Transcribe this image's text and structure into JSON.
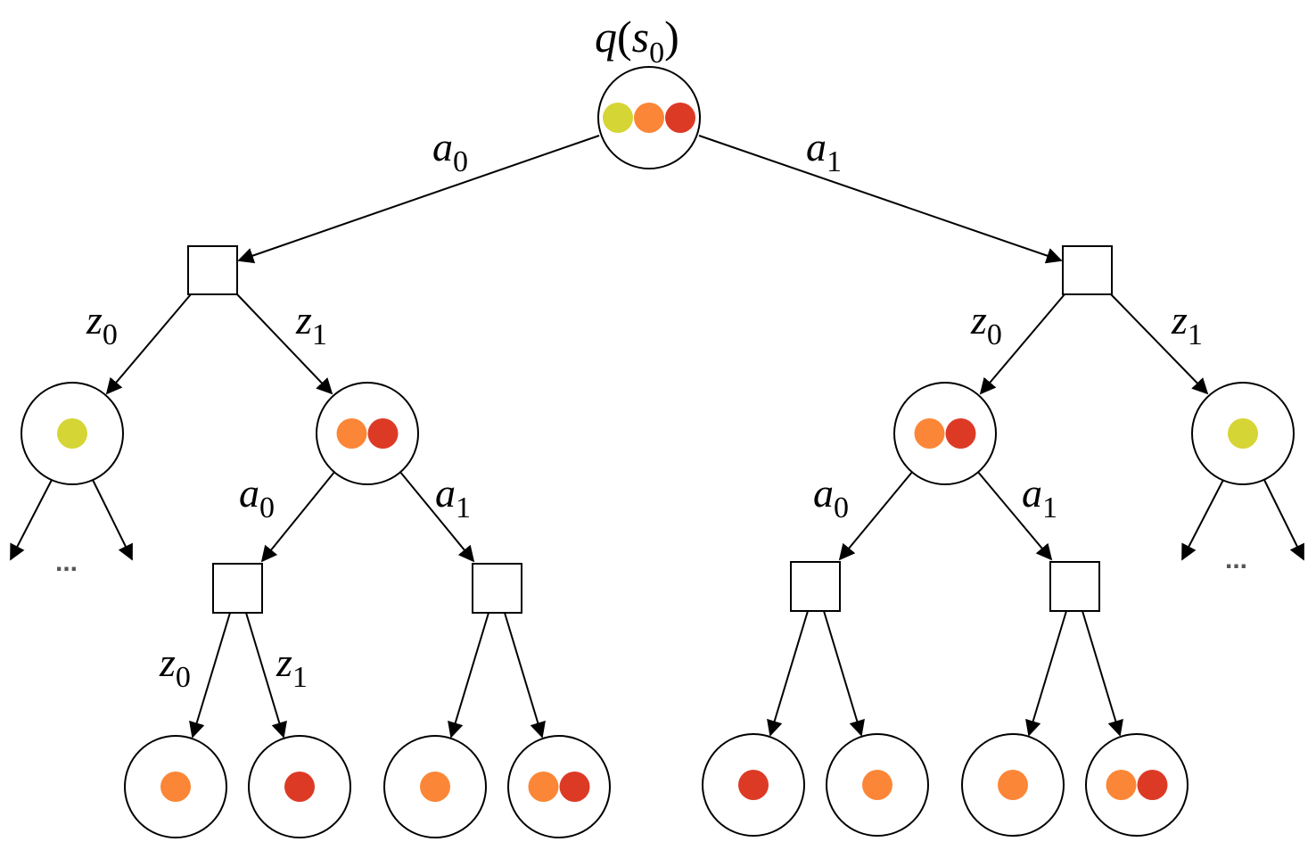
{
  "colors": {
    "yellow": "#d6d536",
    "orange": "#fc8637",
    "red": "#dd3a26",
    "line": "#000000",
    "ellipsis": "#555555"
  },
  "root_label": {
    "func": "q",
    "var": "s",
    "sub": "0"
  },
  "labels": {
    "a": "a",
    "z": "z",
    "sub0": "0",
    "sub1": "1"
  },
  "ellipsis": "...",
  "belief_nodes": {
    "root": [
      "yellow",
      "orange",
      "red"
    ],
    "l_z0": [
      "yellow"
    ],
    "l_z1": [
      "orange",
      "red"
    ],
    "r_z0": [
      "orange",
      "red"
    ],
    "r_z1": [
      "yellow"
    ],
    "leaf1": [
      "orange"
    ],
    "leaf2": [
      "red"
    ],
    "leaf3": [
      "orange"
    ],
    "leaf4": [
      "orange",
      "red"
    ],
    "leaf5": [
      "red"
    ],
    "leaf6": [
      "orange"
    ],
    "leaf7": [
      "orange"
    ],
    "leaf8": [
      "orange",
      "red"
    ]
  }
}
